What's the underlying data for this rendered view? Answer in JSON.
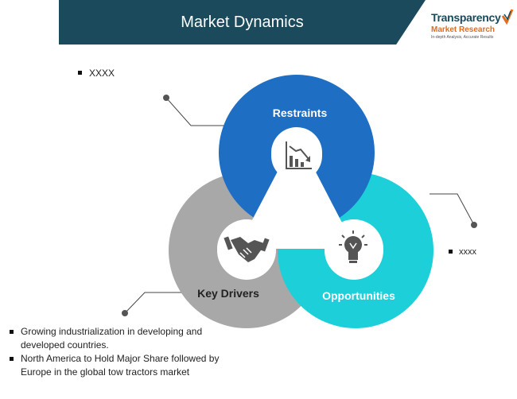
{
  "title": "Market Dynamics",
  "logo": {
    "line1": "Transparency",
    "line2": "Market Research",
    "line3": "In-depth Analysis, Accurate Results"
  },
  "segments": {
    "restraints": {
      "label": "Restraints",
      "color": "#1e6fc4",
      "icon": "declining-chart-icon"
    },
    "key_drivers": {
      "label": "Key Drivers",
      "color": "#a8a8a8",
      "icon": "handshake-icon"
    },
    "opportunities": {
      "label": "Opportunities",
      "color": "#1ccfd9",
      "icon": "lightbulb-icon"
    }
  },
  "notes": {
    "restraints": "XXXX",
    "opportunities": "xxxx",
    "key_drivers": [
      "Growing industrialization in developing and developed countries.",
      "North America to Hold Major Share followed by Europe in the global tow tractors market"
    ]
  }
}
